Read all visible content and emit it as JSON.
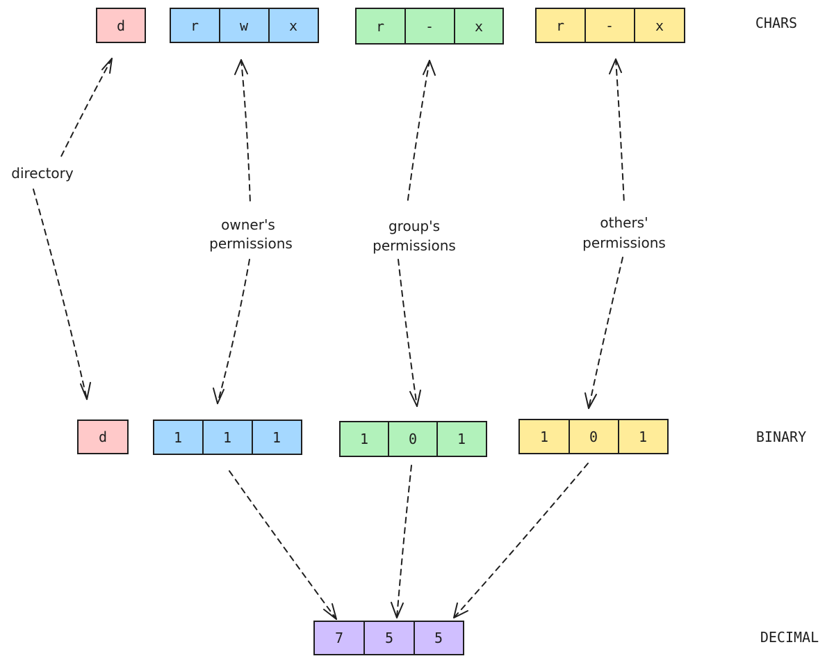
{
  "colors": {
    "pink": "#ffc9c9",
    "blue": "#a5d8ff",
    "green": "#b2f2bb",
    "yellow": "#ffec99",
    "purple": "#d0bfff",
    "stroke": "#1e1e1e"
  },
  "rows": {
    "chars": "CHARS",
    "binary": "BINARY",
    "decimal": "DECIMAL"
  },
  "chars": {
    "type": "d",
    "owner": [
      "r",
      "w",
      "x"
    ],
    "group": [
      "r",
      "-",
      "x"
    ],
    "others": [
      "r",
      "-",
      "x"
    ]
  },
  "binary": {
    "type": "d",
    "owner": [
      "1",
      "1",
      "1"
    ],
    "group": [
      "1",
      "0",
      "1"
    ],
    "others": [
      "1",
      "0",
      "1"
    ]
  },
  "decimal": [
    "7",
    "5",
    "5"
  ],
  "labels": {
    "directory": "directory",
    "owner": [
      "owner's",
      "permissions"
    ],
    "group": [
      "group's",
      "permissions"
    ],
    "others": [
      "others'",
      "permissions"
    ]
  }
}
